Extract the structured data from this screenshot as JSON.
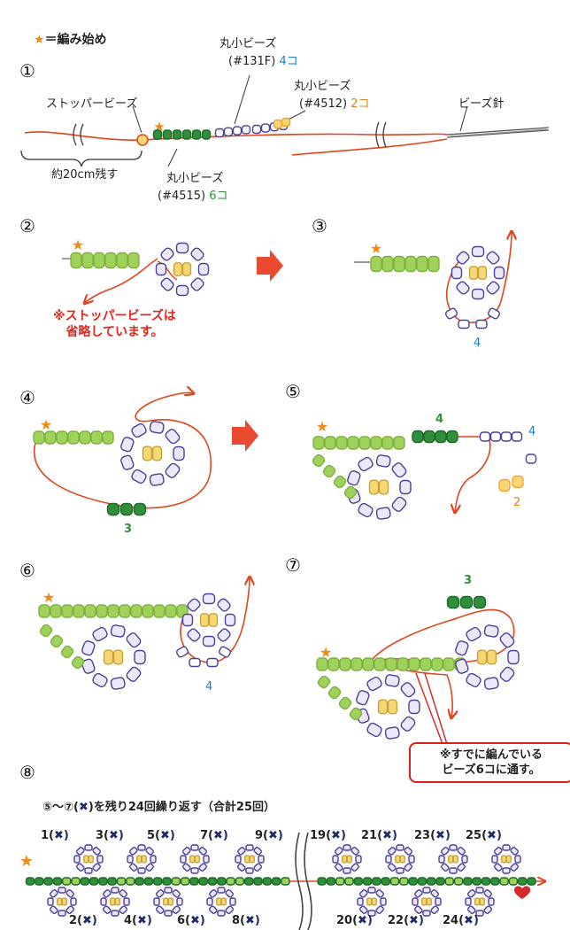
{
  "legend": {
    "star": "★",
    "text": "＝編み始め"
  },
  "colors": {
    "green_dark": "#2f8f3a",
    "green_light": "#9fd25a",
    "purple": "#4b3e9a",
    "lavender": "#ece8fa",
    "yellow": "#f6d774",
    "orange": "#f0a238",
    "thread": "#e0451e",
    "red": "#e0281e",
    "blue": "#1a7fc0",
    "navy": "#1f2a6b"
  },
  "step_numbers": [
    "①",
    "②",
    "③",
    "④",
    "⑤",
    "⑥",
    "⑦",
    "⑧"
  ],
  "step1": {
    "stopper": "ストッパービーズ",
    "remain": "約20cm残す",
    "bead_131f_name": "丸小ビーズ",
    "bead_131f_code": "(#131F)",
    "bead_131f_count": "4コ",
    "bead_4512_name": "丸小ビーズ",
    "bead_4512_code": "(#4512)",
    "bead_4512_count": "2コ",
    "bead_4515_name": "丸小ビーズ",
    "bead_4515_code": "(#4515)",
    "bead_4515_count": "6コ",
    "needle": "ビーズ針"
  },
  "step2": {
    "note_line1": "※ストッパービーズは",
    "note_line2": "省略しています。"
  },
  "step3": {
    "count": "4"
  },
  "step4": {
    "count": "3"
  },
  "step5": {
    "count_green": "4",
    "count_purple": "4",
    "count_yellow": "2"
  },
  "step6": {
    "count": "4"
  },
  "step7": {
    "count": "3",
    "note_line1": "※すでに編んでいる",
    "note_line2": "ビーズ6コに通す。"
  },
  "step8": {
    "instruction_prefix": "⑤〜⑦(",
    "instruction_mark": "✖",
    "instruction_suffix": ")を残り24回繰り返す（合計25回）",
    "top_labels": [
      "1(",
      "3(",
      "5(",
      "7(",
      "9(",
      "19(",
      "21(",
      "23(",
      "25("
    ],
    "bottom_labels": [
      "2(",
      "4(",
      "6(",
      "8(",
      "20(",
      "22(",
      "24("
    ],
    "mark": "✖)"
  }
}
